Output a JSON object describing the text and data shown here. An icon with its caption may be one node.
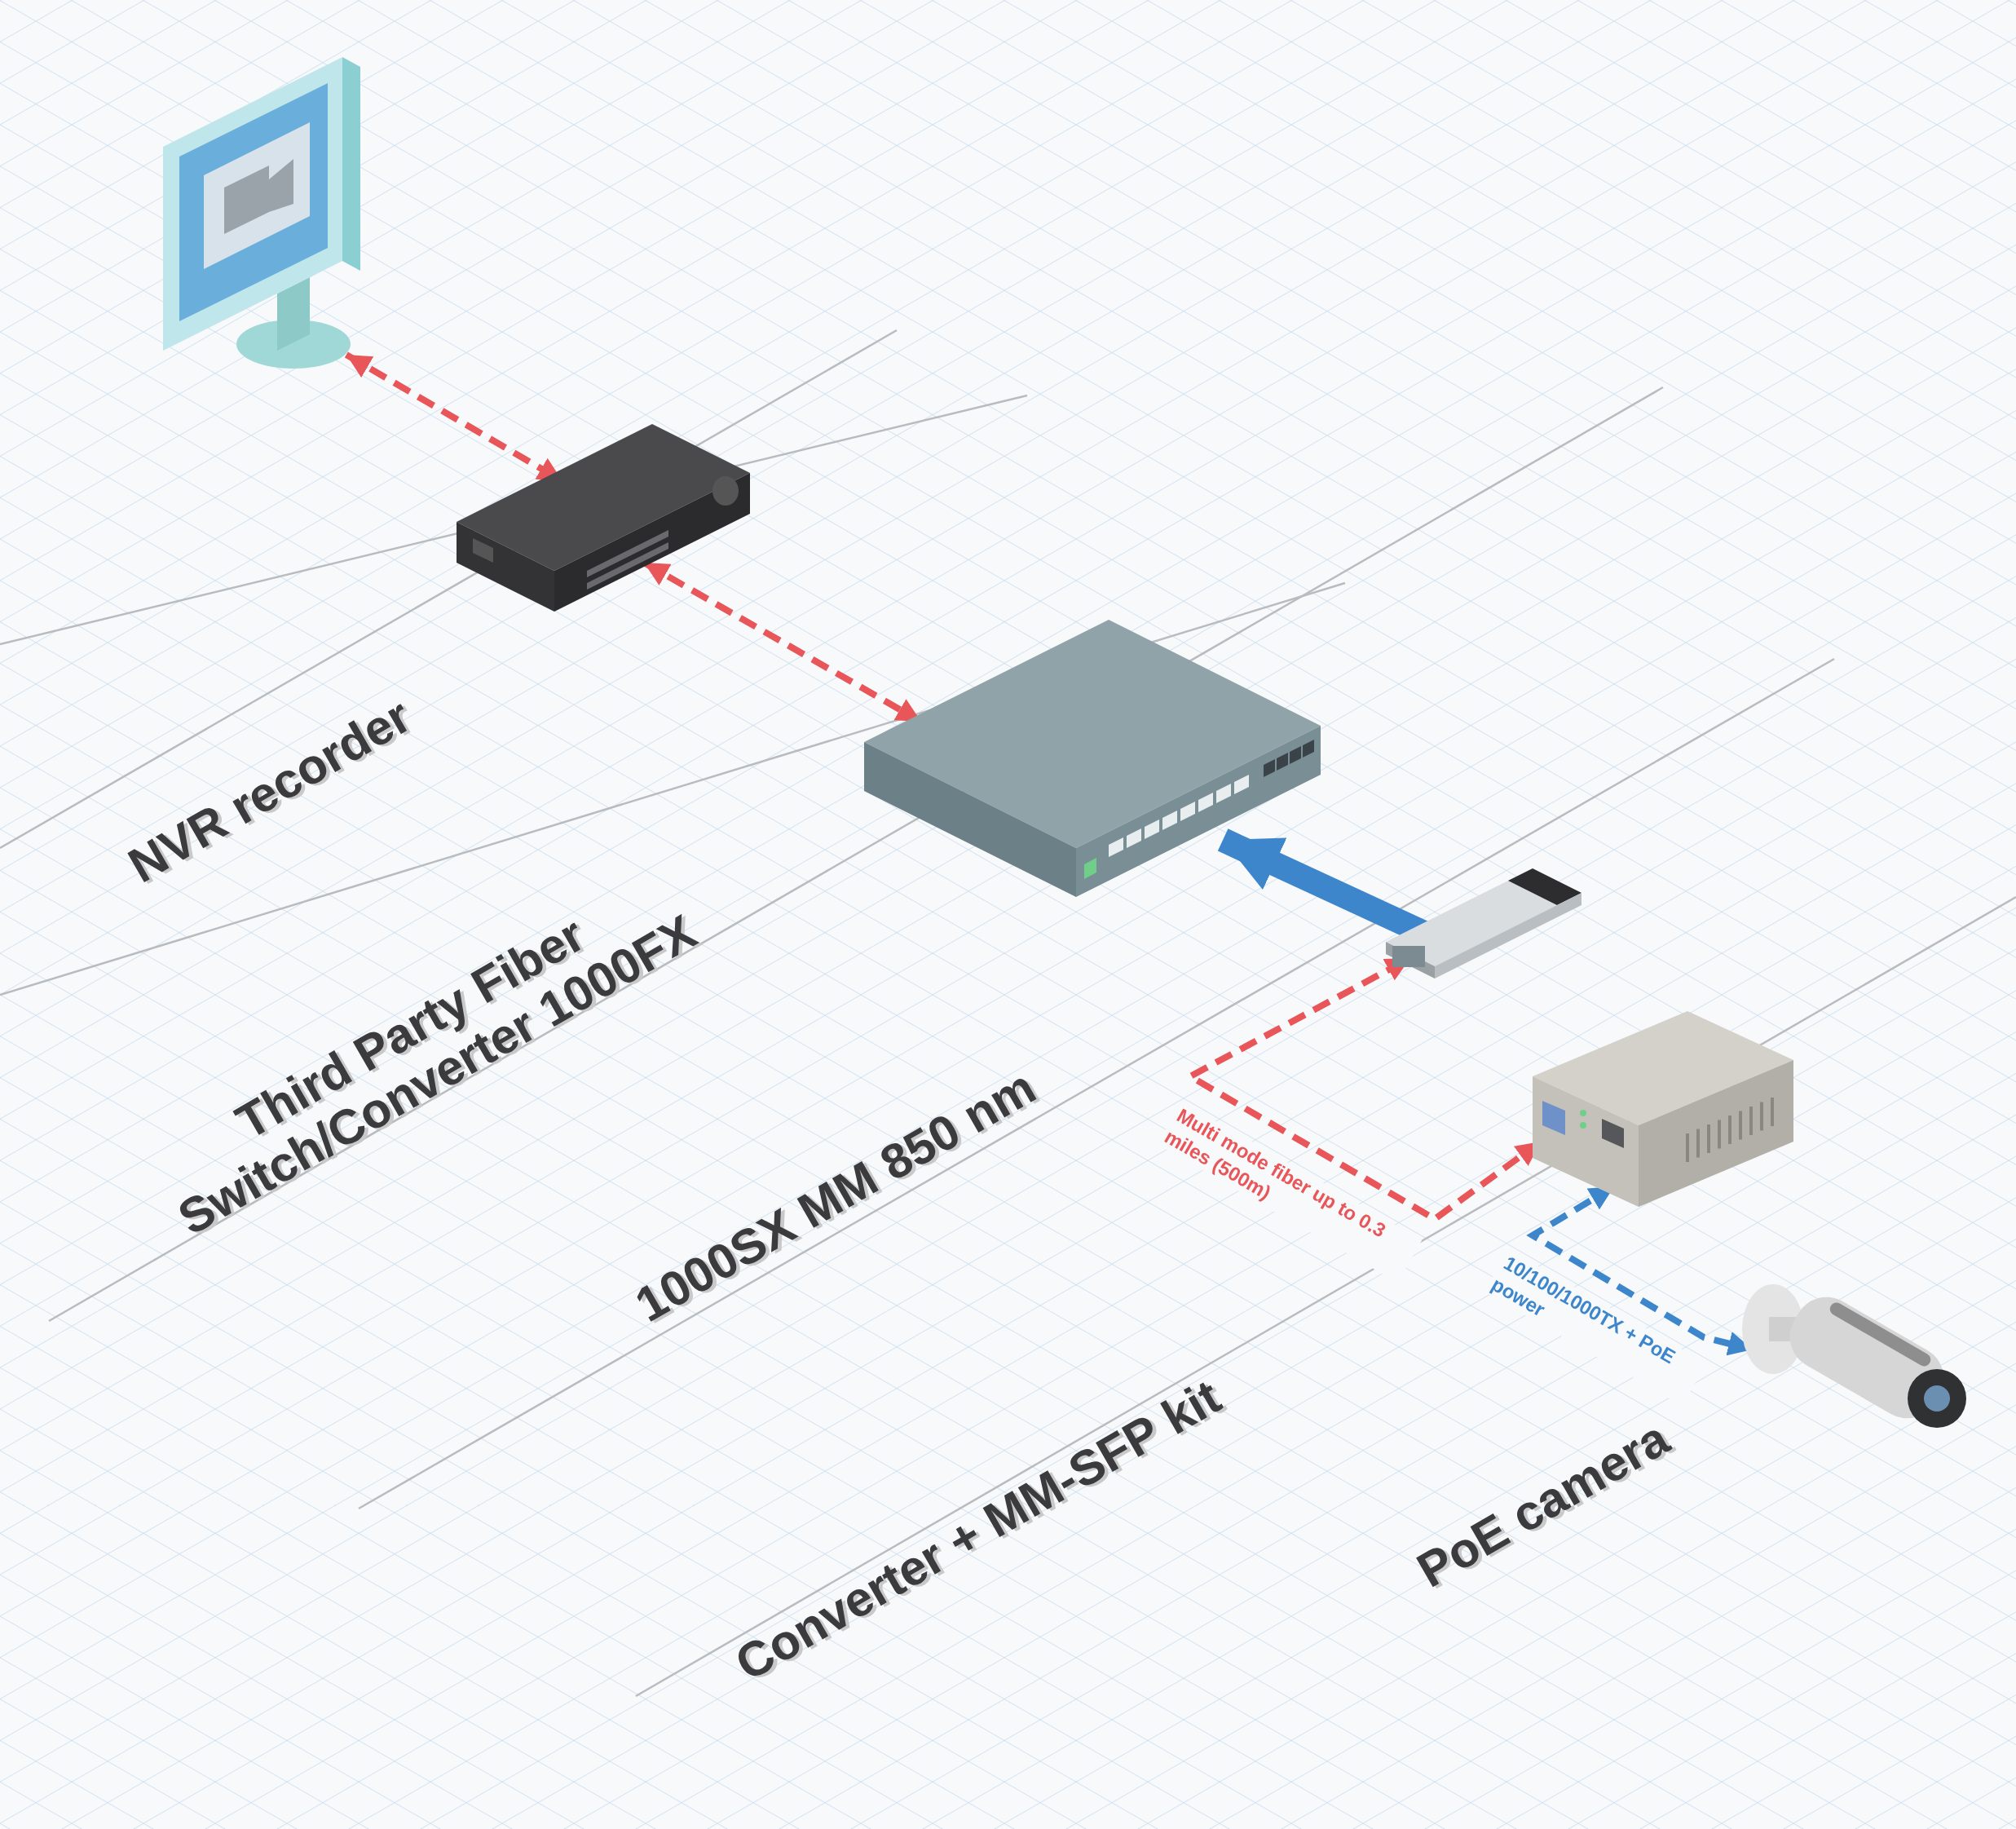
{
  "diagram": {
    "nodes": [
      {
        "text": [],
        "shape": "picture"
      },
      {
        "text": [],
        "shape": "picture"
      },
      {
        "text": [],
        "shape": "picture"
      },
      {
        "text": [],
        "shape": "picture"
      },
      {
        "text": [],
        "shape": "picture"
      },
      {
        "text": [],
        "shape": "picture"
      }
    ],
    "edges": [
      {
        "from": 0,
        "to": 1,
        "arrow": "both",
        "style": "dashed"
      },
      {
        "from": 1,
        "to": 2,
        "arrow": "both",
        "style": "dashed"
      },
      {
        "from": 3,
        "to": 2,
        "arrow": "to",
        "style": "thick",
        "color": "#3d86cc"
      },
      {
        "from": 4,
        "to": 3,
        "arrow": "both",
        "style": "dashed",
        "label": "Multi mode fiber up to 0.3 miles (500m)"
      },
      {
        "from": 4,
        "to": 5,
        "arrow": "both",
        "style": "dashed",
        "color": "#3d86cc",
        "label": "10/100/1000TX + PoE power"
      }
    ],
    "labels": [
      "NVR recorder",
      "Third Party Fiber Switch/Converter 1000FX",
      "1000SX MM 850 nm",
      "Converter + MM-SFP kit",
      "PoE camera"
    ]
  }
}
